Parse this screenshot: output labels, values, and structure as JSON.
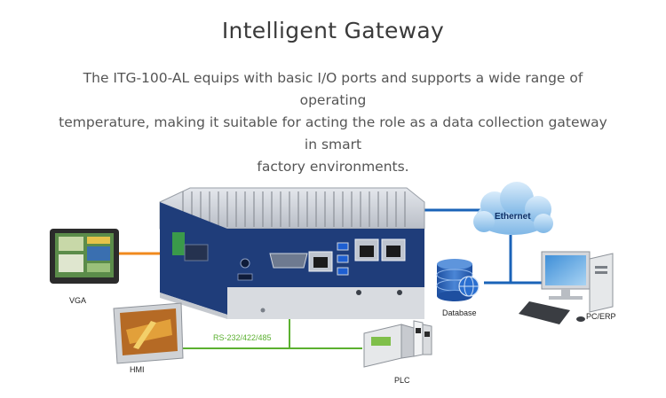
{
  "header": {
    "title": "Intelligent Gateway",
    "description_lines": [
      "The ITG-100-AL equips with basic I/O ports and supports a wide range of operating",
      "temperature, making it suitable for acting the role as a data collection gateway in smart",
      "factory environments."
    ]
  },
  "diagram": {
    "labels": {
      "vga": "VGA",
      "hmi": "HMI",
      "serial": "RS-232/422/485",
      "plc": "PLC",
      "database": "Database",
      "ethernet": "Ethernet",
      "pc_erp": "PC/ERP"
    },
    "colors": {
      "vga_line": "#f08a1d",
      "serial_line": "#5bb030",
      "ethernet_line": "#1a63b8",
      "device_blue": "#1f3d7a"
    }
  }
}
